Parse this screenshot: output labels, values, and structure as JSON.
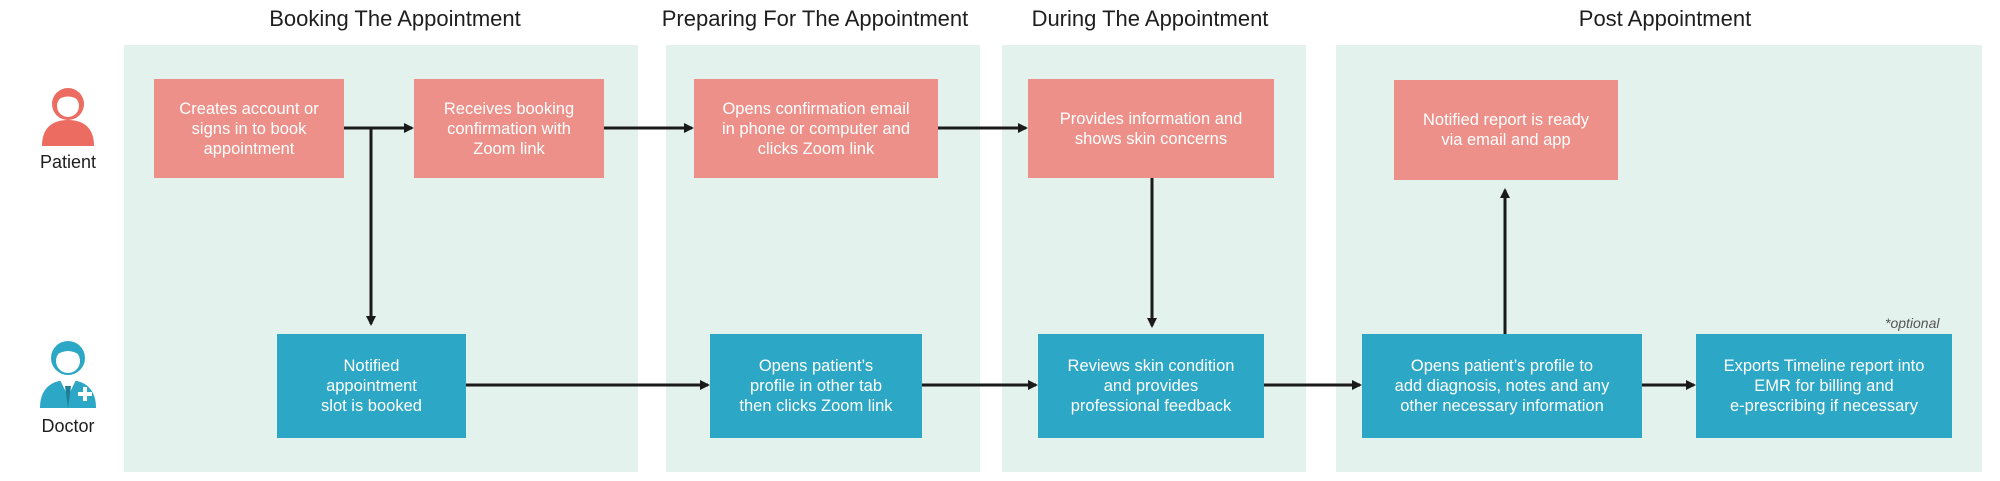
{
  "phases": [
    {
      "title": "Booking The Appointment"
    },
    {
      "title": "Preparing For The Appointment"
    },
    {
      "title": "During The Appointment"
    },
    {
      "title": "Post Appointment"
    }
  ],
  "actors": {
    "patient": {
      "label": "Patient",
      "color": "#ec6c62",
      "icon": "patient-icon"
    },
    "doctor": {
      "label": "Doctor",
      "color": "#2ca7c5",
      "icon": "doctor-icon"
    }
  },
  "patient_steps": {
    "create_account": "Creates account or\nsigns in to book\nappointment",
    "booking_confirmation": "Receives booking\nconfirmation with\nZoom link",
    "open_confirmation": "Opens confirmation email\nin phone or computer and\nclicks Zoom link",
    "provide_information": "Provides information and\nshows skin concerns",
    "report_ready": "Notified report is ready\nvia email and app"
  },
  "doctor_steps": {
    "slot_booked": "Notified\nappointment\nslot is booked",
    "open_profile": "Opens patient’s\nprofile in other tab\nthen clicks Zoom link",
    "review_condition": "Reviews skin condition\nand provides\nprofessional feedback",
    "add_diagnosis": "Opens patient’s profile to\nadd diagnosis, notes and any\nother necessary information",
    "export_report": "Exports Timeline report into\nEMR for billing and\ne-prescribing if necessary"
  },
  "optional_note": "*optional",
  "colors": {
    "lane_background": "#e4f2ed",
    "patient_box": "#ec9089",
    "doctor_box": "#2ca7c5",
    "arrow": "#1a1a1a"
  }
}
